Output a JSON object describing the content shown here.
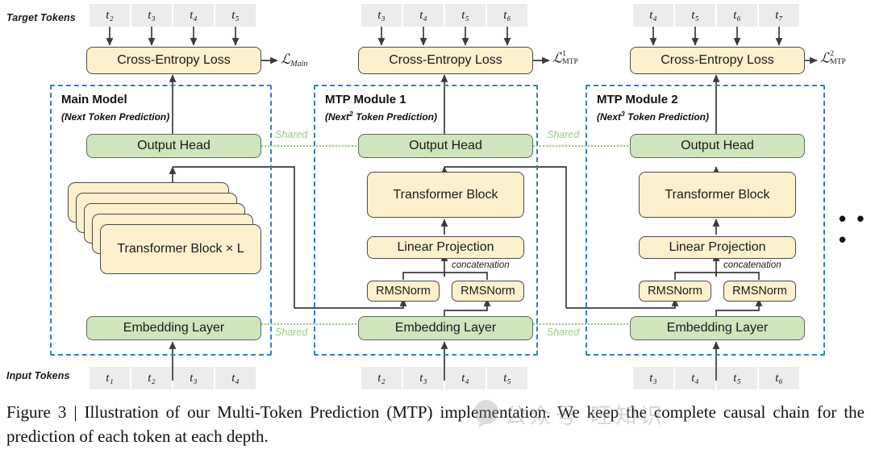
{
  "figure": {
    "caption": "Figure 3 | Illustration of our Multi-Token Prediction (MTP) implementation. We keep the complete causal chain for the prediction of each token at each depth.",
    "watermark_text": "公众号  旺知识",
    "ellipsis": "• • •"
  },
  "labels": {
    "target_tokens": "Target Tokens",
    "input_tokens": "Input Tokens",
    "shared": "Shared",
    "concatenation": "concatenation"
  },
  "colors": {
    "yellow_fill": "#fdf0cd",
    "green_fill": "#cfe5bd",
    "box_stroke": "#4a4a4a",
    "module_dash": "#2f7fd1",
    "shared_dot": "#92c47d",
    "token_fill": "#ececec",
    "wire": "#3a3a3a"
  },
  "columns": [
    {
      "id": "main",
      "module_title": "Main Model",
      "module_subtitle_pre": "(Next",
      "module_subtitle_sup": "",
      "module_subtitle_post": " Token Prediction)",
      "loss_box": "Cross-Entropy Loss",
      "loss_symbol_base": "ℒ",
      "loss_symbol_sub": "Main",
      "loss_symbol_sup": "",
      "target_tokens": [
        "t₂",
        "t₃",
        "t₄",
        "t₅"
      ],
      "input_tokens": [
        "t₁",
        "t₂",
        "t₃",
        "t₄"
      ],
      "blocks": {
        "output_head": "Output Head",
        "transformer": "Transformer Block × L",
        "embedding": "Embedding Layer"
      }
    },
    {
      "id": "mtp1",
      "module_title": "MTP Module 1",
      "module_subtitle_pre": "(Next",
      "module_subtitle_sup": "2",
      "module_subtitle_post": " Token Prediction)",
      "loss_box": "Cross-Entropy Loss",
      "loss_symbol_base": "ℒ",
      "loss_symbol_sub": "MTP",
      "loss_symbol_sup": "1",
      "target_tokens": [
        "t₃",
        "t₄",
        "t₅",
        "t₆"
      ],
      "input_tokens": [
        "t₂",
        "t₃",
        "t₄",
        "t₅"
      ],
      "blocks": {
        "output_head": "Output Head",
        "transformer": "Transformer Block",
        "linear_projection": "Linear Projection",
        "rmsnorm_left": "RMSNorm",
        "rmsnorm_right": "RMSNorm",
        "embedding": "Embedding Layer"
      }
    },
    {
      "id": "mtp2",
      "module_title": "MTP Module 2",
      "module_subtitle_pre": "(Next",
      "module_subtitle_sup": "3",
      "module_subtitle_post": " Token Prediction)",
      "loss_box": "Cross-Entropy Loss",
      "loss_symbol_base": "ℒ",
      "loss_symbol_sub": "MTP",
      "loss_symbol_sup": "2",
      "target_tokens": [
        "t₄",
        "t₅",
        "t₆",
        "t₇"
      ],
      "input_tokens": [
        "t₃",
        "t₄",
        "t₅",
        "t₆"
      ],
      "blocks": {
        "output_head": "Output Head",
        "transformer": "Transformer Block",
        "linear_projection": "Linear Projection",
        "rmsnorm_left": "RMSNorm",
        "rmsnorm_right": "RMSNorm",
        "embedding": "Embedding Layer"
      }
    }
  ]
}
